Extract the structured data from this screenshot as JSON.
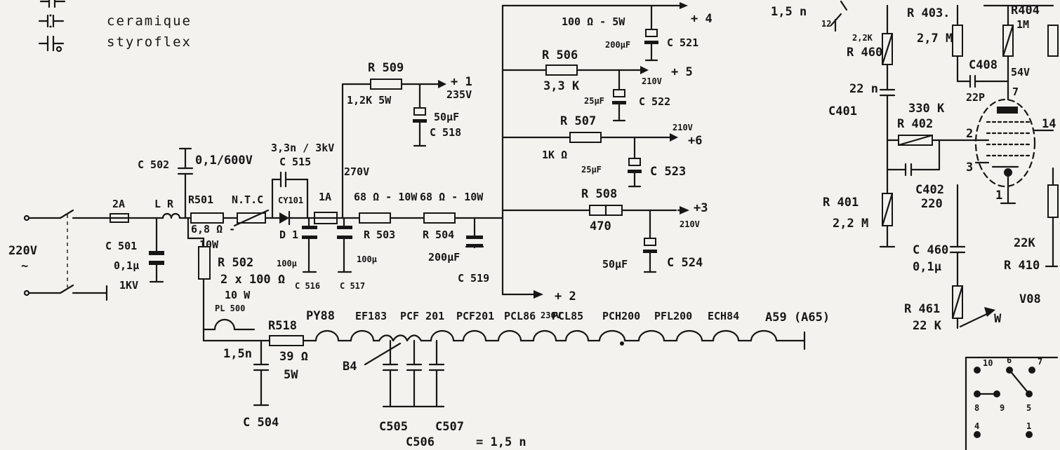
{
  "legend": [
    {
      "label": "ceramique"
    },
    {
      "label": "styroflex"
    }
  ],
  "supply": {
    "mains": "220V",
    "ac_symbol": "~",
    "fuse1": "2A",
    "choke": "L R",
    "c501": {
      "name": "C 501",
      "value": "0,1µ",
      "voltage": "1KV"
    },
    "c502": {
      "name": "C 502",
      "value": "0,1/600V"
    },
    "r501": {
      "name": "R501"
    },
    "ntc": "N.T.C",
    "r501_value": "6,8 Ω -",
    "r501_watt": "10W",
    "c515": {
      "name": "C 515",
      "value": "3,3n / 3kV"
    },
    "d1": {
      "name": "D 1",
      "type": "CY101"
    },
    "fuse2": "1A",
    "node_270": "270V",
    "r502": {
      "name": "R 502",
      "value": "2 x 100 Ω",
      "watt": "10 W"
    },
    "r503": {
      "name": "R 503",
      "value": "68 Ω - 10W"
    },
    "r504": {
      "name": "R 504",
      "value": "68 Ω - 10W"
    },
    "c516": {
      "name": "C 516",
      "value": "100µ"
    },
    "c517": {
      "name": "C 517",
      "value": "100µ"
    },
    "c519": {
      "name": "C 519",
      "value": "200µF"
    },
    "r509": {
      "name": "R 509",
      "value": "1,2K  5W"
    },
    "out1": {
      "label": "+ 1",
      "volt": "235V"
    },
    "c518": {
      "name": "C 518",
      "value": "50µF"
    },
    "r_top": {
      "value": "100 Ω - 5W"
    },
    "out4": {
      "label": "+ 4"
    },
    "c521": {
      "name": "C 521",
      "value": "200µF"
    },
    "r506": {
      "name": "R 506",
      "value": "3,3 K"
    },
    "out5": {
      "label": "+ 5",
      "volt": "210V"
    },
    "c522": {
      "name": "C 522",
      "value": "25µF"
    },
    "r507": {
      "name": "R 507",
      "value": "1K Ω"
    },
    "out6": {
      "label": "+6",
      "volt": "210V"
    },
    "c523": {
      "name": "C 523",
      "value": "25µF"
    },
    "r508": {
      "name": "R 508",
      "value": "470"
    },
    "out3": {
      "label": "+3",
      "volt": "210V"
    },
    "c524": {
      "name": "C 524",
      "value": "50µF"
    },
    "out2": {
      "label": "+ 2",
      "volt": "230V"
    }
  },
  "heater": {
    "pl500": "PL 500",
    "c504": {
      "name": "C 504",
      "value": "1,5n"
    },
    "r518": {
      "name": "R518",
      "value": "39 Ω",
      "watt": "5W"
    },
    "tubes": [
      "PY88",
      "EF183",
      "PCF 201",
      "PCF201",
      "PCL86",
      "PCL85",
      "PCH200",
      "PFL200",
      "ECH84",
      "A59 (A65)"
    ],
    "b4": "B4",
    "c505": "C505",
    "c506": "C506",
    "c507": "C507",
    "caps_value": "= 1,5 n"
  },
  "video": {
    "top_value": "1,5 n",
    "pin12": "12",
    "r460": {
      "name": "R 460",
      "value": "2,2K"
    },
    "c401": {
      "name": "C401",
      "value": "22 n"
    },
    "r401": {
      "name": "R 401",
      "value": "2,2 M"
    },
    "r402": {
      "name": "R 402",
      "value": "330 K"
    },
    "c402": {
      "name": "C402",
      "value": "220"
    },
    "r403": {
      "name": "R 403.",
      "value": "2,7 M"
    },
    "r404": {
      "name": "R404",
      "value": "1M"
    },
    "c408": {
      "name": "C408",
      "value": "22P"
    },
    "volt_54": "54V",
    "pin7": "7",
    "pin2": "2",
    "pin3": "3",
    "pin14": "14",
    "pin1": "1",
    "c460": {
      "name": "C 460",
      "value": "0,1µ"
    },
    "r410": {
      "name": "R 410",
      "value": "22K"
    },
    "r461": {
      "name": "R 461",
      "value": "22 K"
    },
    "v08": "V08",
    "w": "W"
  },
  "socket": {
    "pins": [
      "10",
      "6",
      "7",
      "8",
      "9",
      "5",
      "4",
      "1"
    ]
  }
}
